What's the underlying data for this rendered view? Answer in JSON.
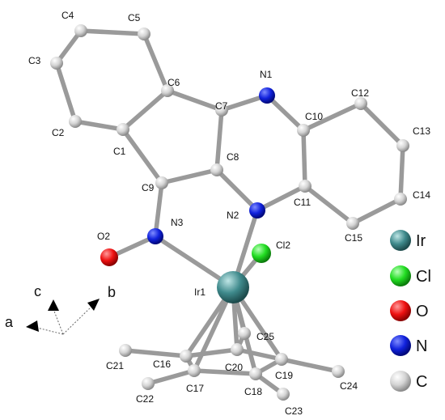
{
  "atoms": {
    "C4": "C4",
    "C5": "C5",
    "C3": "C3",
    "C6": "C6",
    "N1": "N1",
    "C7": "C7",
    "C10": "C10",
    "C12": "C12",
    "C2": "C2",
    "C1": "C1",
    "C13": "C13",
    "C8": "C8",
    "C9": "C9",
    "C14": "C14",
    "N3": "N3",
    "N2": "N2",
    "C11": "C11",
    "O2": "O2",
    "C15": "C15",
    "Cl2": "Cl2",
    "Ir1": "Ir1",
    "C25": "C25",
    "C21": "C21",
    "C16": "C16",
    "C20": "C20",
    "C19": "C19",
    "C24": "C24",
    "C17": "C17",
    "C22": "C22",
    "C18": "C18",
    "C23": "C23"
  },
  "legend": [
    {
      "label": "Ir",
      "color": "#3f8a8c"
    },
    {
      "label": "Cl",
      "color": "#22dd22"
    },
    {
      "label": "O",
      "color": "#ee1111"
    },
    {
      "label": "N",
      "color": "#1122dd"
    },
    {
      "label": "C",
      "color": "#cfcfcf"
    }
  ],
  "axes": {
    "a": "a",
    "b": "b",
    "c": "c"
  }
}
